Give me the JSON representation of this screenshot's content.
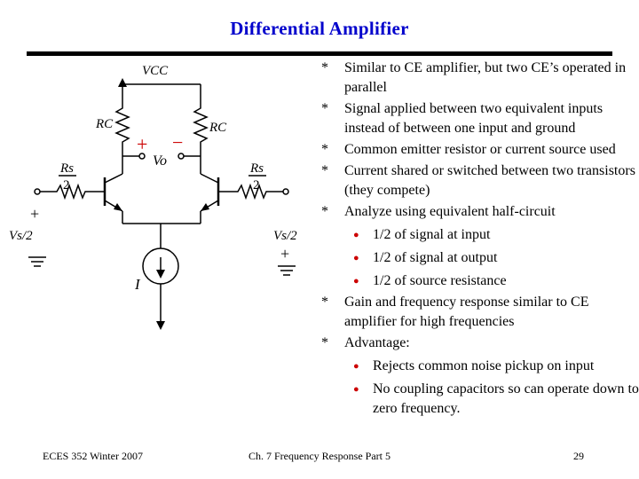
{
  "slide": {
    "title": "Differential  Amplifier"
  },
  "circuit": {
    "vcc": "VCC",
    "rc_left": "RC",
    "rc_right": "RC",
    "plus_top": "+",
    "minus_top": "−",
    "vo": "Vo",
    "rs_left_top": "Rs",
    "rs_left_bottom": "2",
    "rs_right_top": "Rs",
    "rs_right_bottom": "2",
    "vs_left": "Vs/2",
    "vs_right": "Vs/2",
    "plus_left": "+",
    "plus_right": "+",
    "current": "I"
  },
  "bullets": [
    {
      "text": "Similar to CE amplifier, but two CE’s operated in parallel"
    },
    {
      "text": "Signal applied between two equivalent inputs instead of between one input and ground"
    },
    {
      "text": "Common emitter resistor or current source used"
    },
    {
      "text": "Current shared or switched between two transistors (they compete)"
    },
    {
      "text": "Analyze using equivalent half-circuit",
      "sub": [
        "1/2 of signal at input",
        "1/2 of signal at output",
        "1/2 of source resistance"
      ]
    },
    {
      "text": "Gain and frequency response similar to CE amplifier for high frequencies"
    },
    {
      "text": "Advantage:",
      "sub": [
        "Rejects common noise pickup on input",
        "No coupling capacitors so can operate down to zero frequency."
      ]
    }
  ],
  "footer": {
    "course": "ECES 352  Winter 2007",
    "chapter": "Ch. 7 Frequency Response  Part 5",
    "page": "29"
  },
  "colors": {
    "title": "#0000cc",
    "sub_bullet": "#cc0000"
  }
}
